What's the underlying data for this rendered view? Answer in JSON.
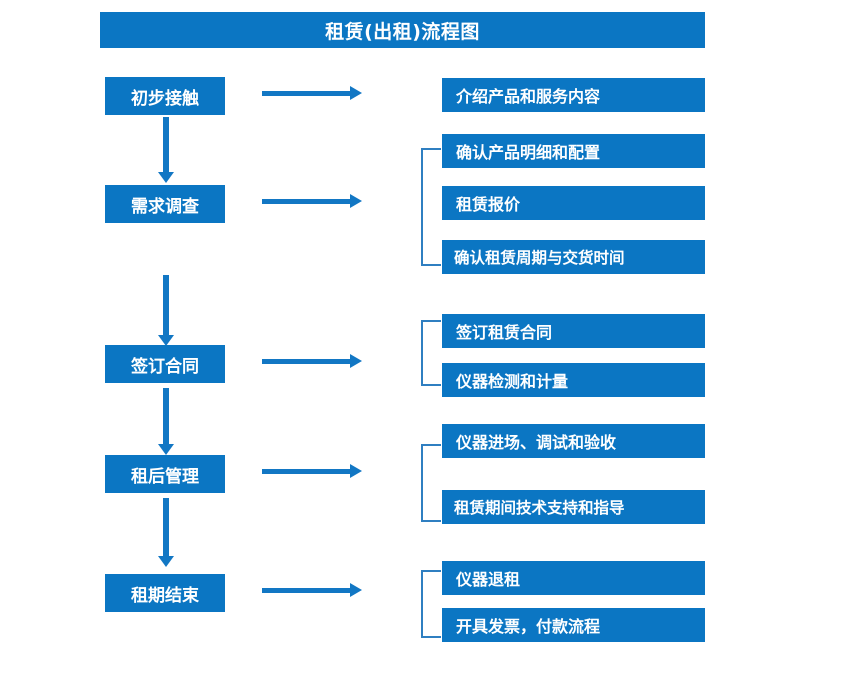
{
  "title": "租赁(出租)流程图",
  "colors": {
    "box_fill": "#0b76c3",
    "box_text": "#ffffff",
    "arrow": "#1277c4",
    "bracket": "#2f7fc1",
    "background": "#ffffff"
  },
  "stages": [
    {
      "label": "初步接触"
    },
    {
      "label": "需求调查"
    },
    {
      "label": "签订合同"
    },
    {
      "label": "租后管理"
    },
    {
      "label": "租期结束"
    }
  ],
  "details": [
    {
      "label": "介绍产品和服务内容"
    },
    {
      "label": "确认产品明细和配置"
    },
    {
      "label": "租赁报价"
    },
    {
      "label": "确认租赁周期与交货时间"
    },
    {
      "label": "签订租赁合同"
    },
    {
      "label": "仪器检测和计量"
    },
    {
      "label": "仪器进场、调试和验收"
    },
    {
      "label": "租赁期间技术支持和指导"
    },
    {
      "label": "仪器退租"
    },
    {
      "label": "开具发票，付款流程"
    }
  ]
}
